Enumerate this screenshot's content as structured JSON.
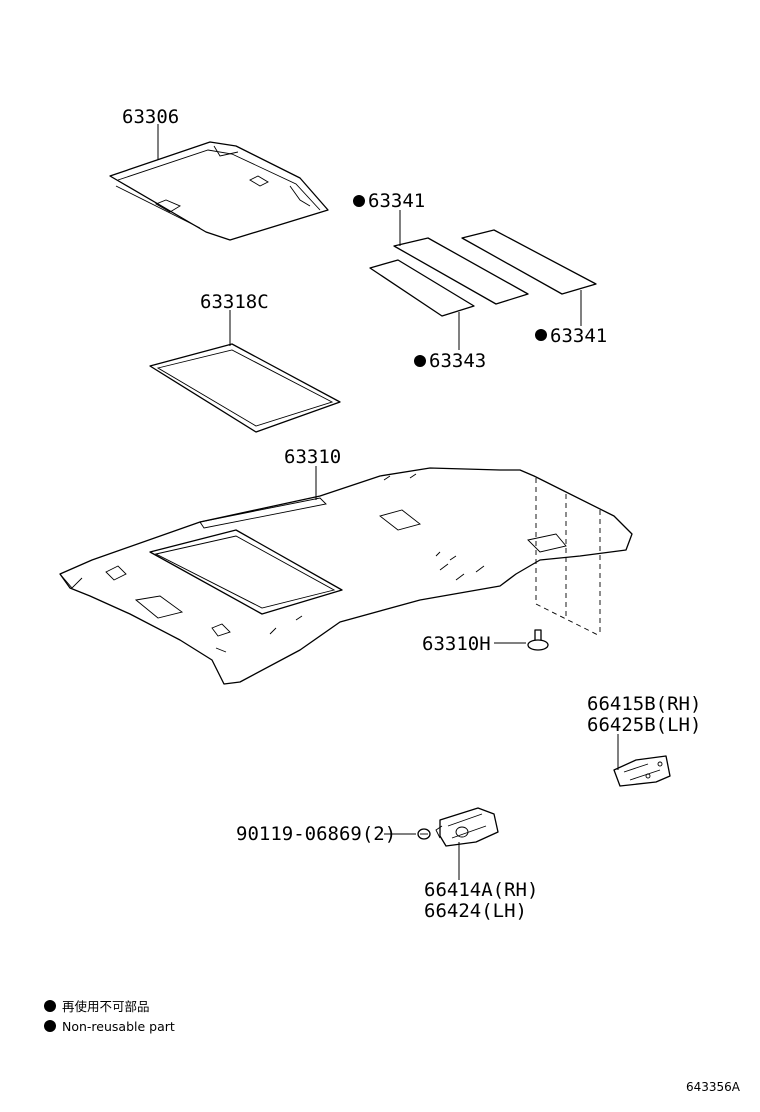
{
  "labels": {
    "p63306": "63306",
    "p63341_a": "63341",
    "p63341_b": "63341",
    "p63343": "63343",
    "p63318c": "63318C",
    "p63310": "63310",
    "p63310h": "63310H",
    "p66415b_rh": "66415B(RH)",
    "p66425b_lh": "66425B(LH)",
    "p90119": "90119-06869(2)",
    "p66414a_rh": "66414A(RH)",
    "p66424_lh": "66424(LH)"
  },
  "legend": {
    "jp": "再使用不可部品",
    "en": "Non-reusable part",
    "marker_icon": "filled-circle-icon"
  },
  "diagram_ref": "643356A"
}
